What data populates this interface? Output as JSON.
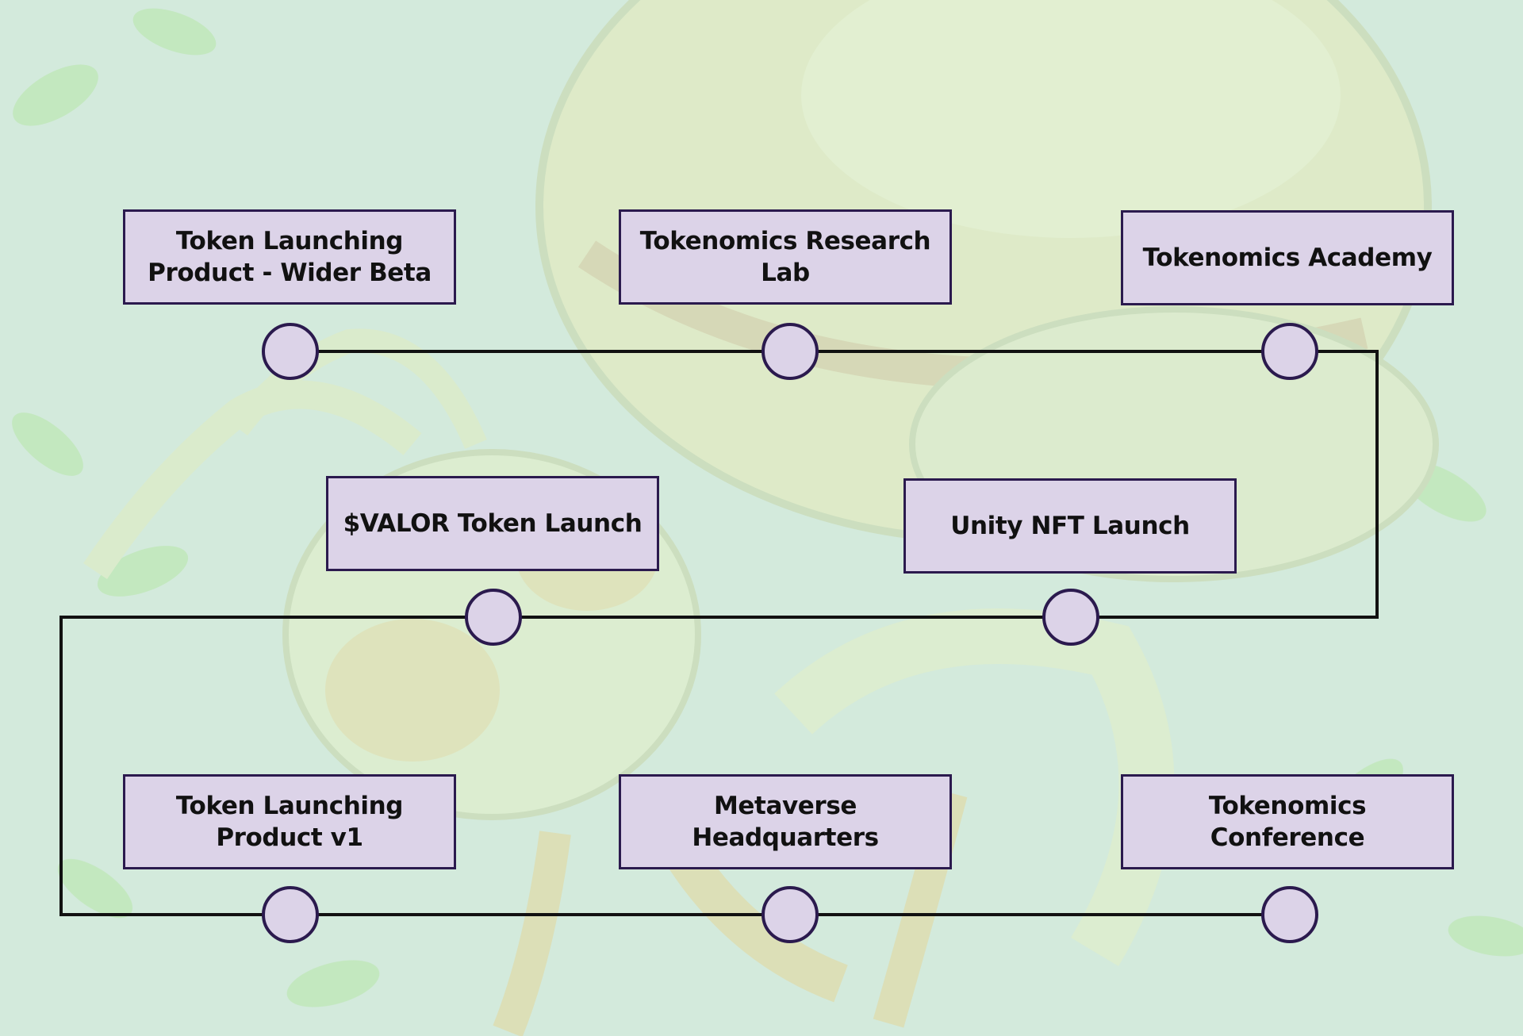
{
  "colors": {
    "background": "#d3eadc",
    "box_fill": "#dcd3e8",
    "box_border": "#2b1a4e",
    "node_fill": "#dcd3e8",
    "node_border": "#2b1a4e",
    "path_line": "#111111",
    "label_text": "#111111"
  },
  "background_art": {
    "icon": "bee-mascot-illustration"
  },
  "milestones": [
    {
      "label": "Token Launching Product - Wider Beta"
    },
    {
      "label": "Tokenomics Research Lab"
    },
    {
      "label": "Tokenomics Academy"
    },
    {
      "label": "$VALOR Token Launch"
    },
    {
      "label": "Unity NFT Launch"
    },
    {
      "label": "Token Launching Product v1"
    },
    {
      "label": "Metaverse Headquarters"
    },
    {
      "label": "Tokenomics Conference"
    }
  ]
}
